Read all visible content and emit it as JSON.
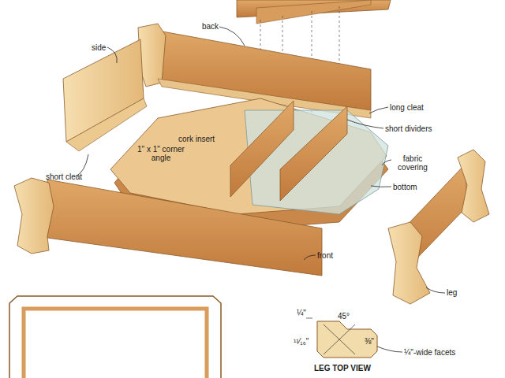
{
  "diagram": {
    "labels": [
      "back",
      "side",
      "long cleat",
      "short dividers",
      "cork insert",
      "1\" x 1\" corner angle",
      "fabric covering",
      "short cleat",
      "bottom",
      "front",
      "leg",
      "¼\"",
      "45°",
      "¹¹⁄₁₆\"",
      "⅜\"",
      "¼\"-wide facets",
      "LEG TOP VIEW"
    ]
  }
}
